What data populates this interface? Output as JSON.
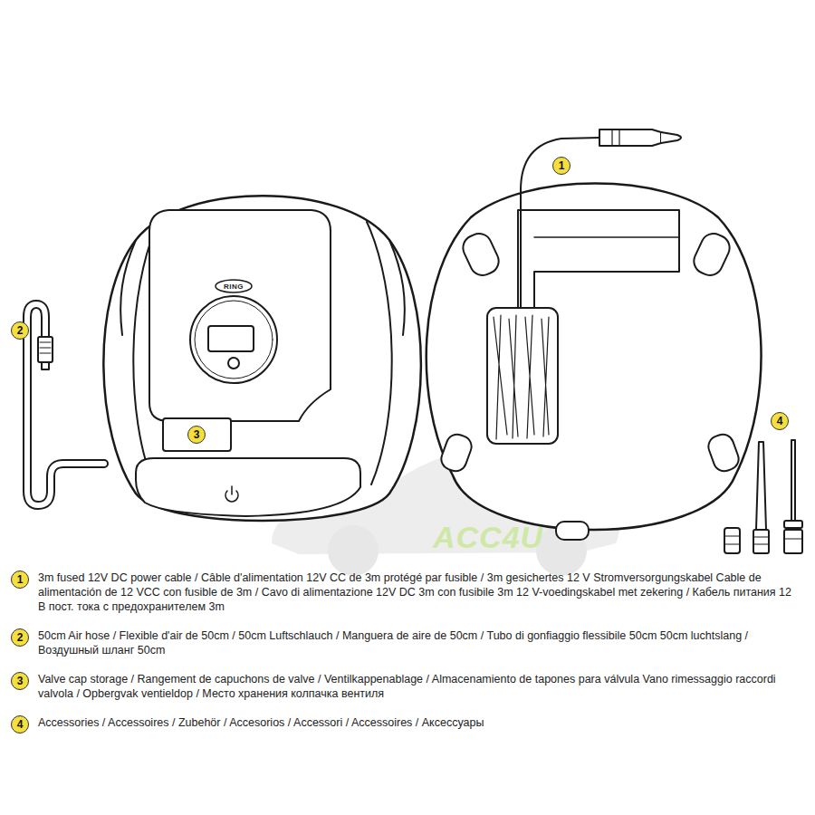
{
  "diagram": {
    "labels": [
      "1",
      "2",
      "3",
      "4",
      "RING",
      "ACC4U",
      "1",
      "2",
      "3",
      "4"
    ],
    "legend": [
      {
        "text": "3m fused 12V DC power cable / Câble d'alimentation 12V CC de 3m protégé par fusible / 3m gesichertes 12 V Stromversorgungskabel Cable de alimentación de 12 VCC con fusible de 3m / Cavo di alimentazione 12V DC 3m con fusibile 3m 12 V-voedingskabel met zekering / Кабель питания 12 В пост. тока с предохранителем 3m"
      },
      {
        "text": "50cm Air hose / Flexible d'air de 50cm / 50cm Luftschlauch / Manguera de aire de 50cm / Tubo di gonfiaggio flessibile 50cm 50cm luchtslang / Воздушный шланг 50cm"
      },
      {
        "text": "Valve cap storage / Rangement de capuchons de valve / Ventilkappenablage / Almacenamiento de tapones para válvula Vano rimessaggio raccordi valvola / Opbergvak ventieldop / Место хранения колпачка вентиля"
      },
      {
        "text": "Accessories / Accessoires / Zubehör / Accesorios / Accessori / Accessoires / Аксессуары"
      }
    ]
  }
}
